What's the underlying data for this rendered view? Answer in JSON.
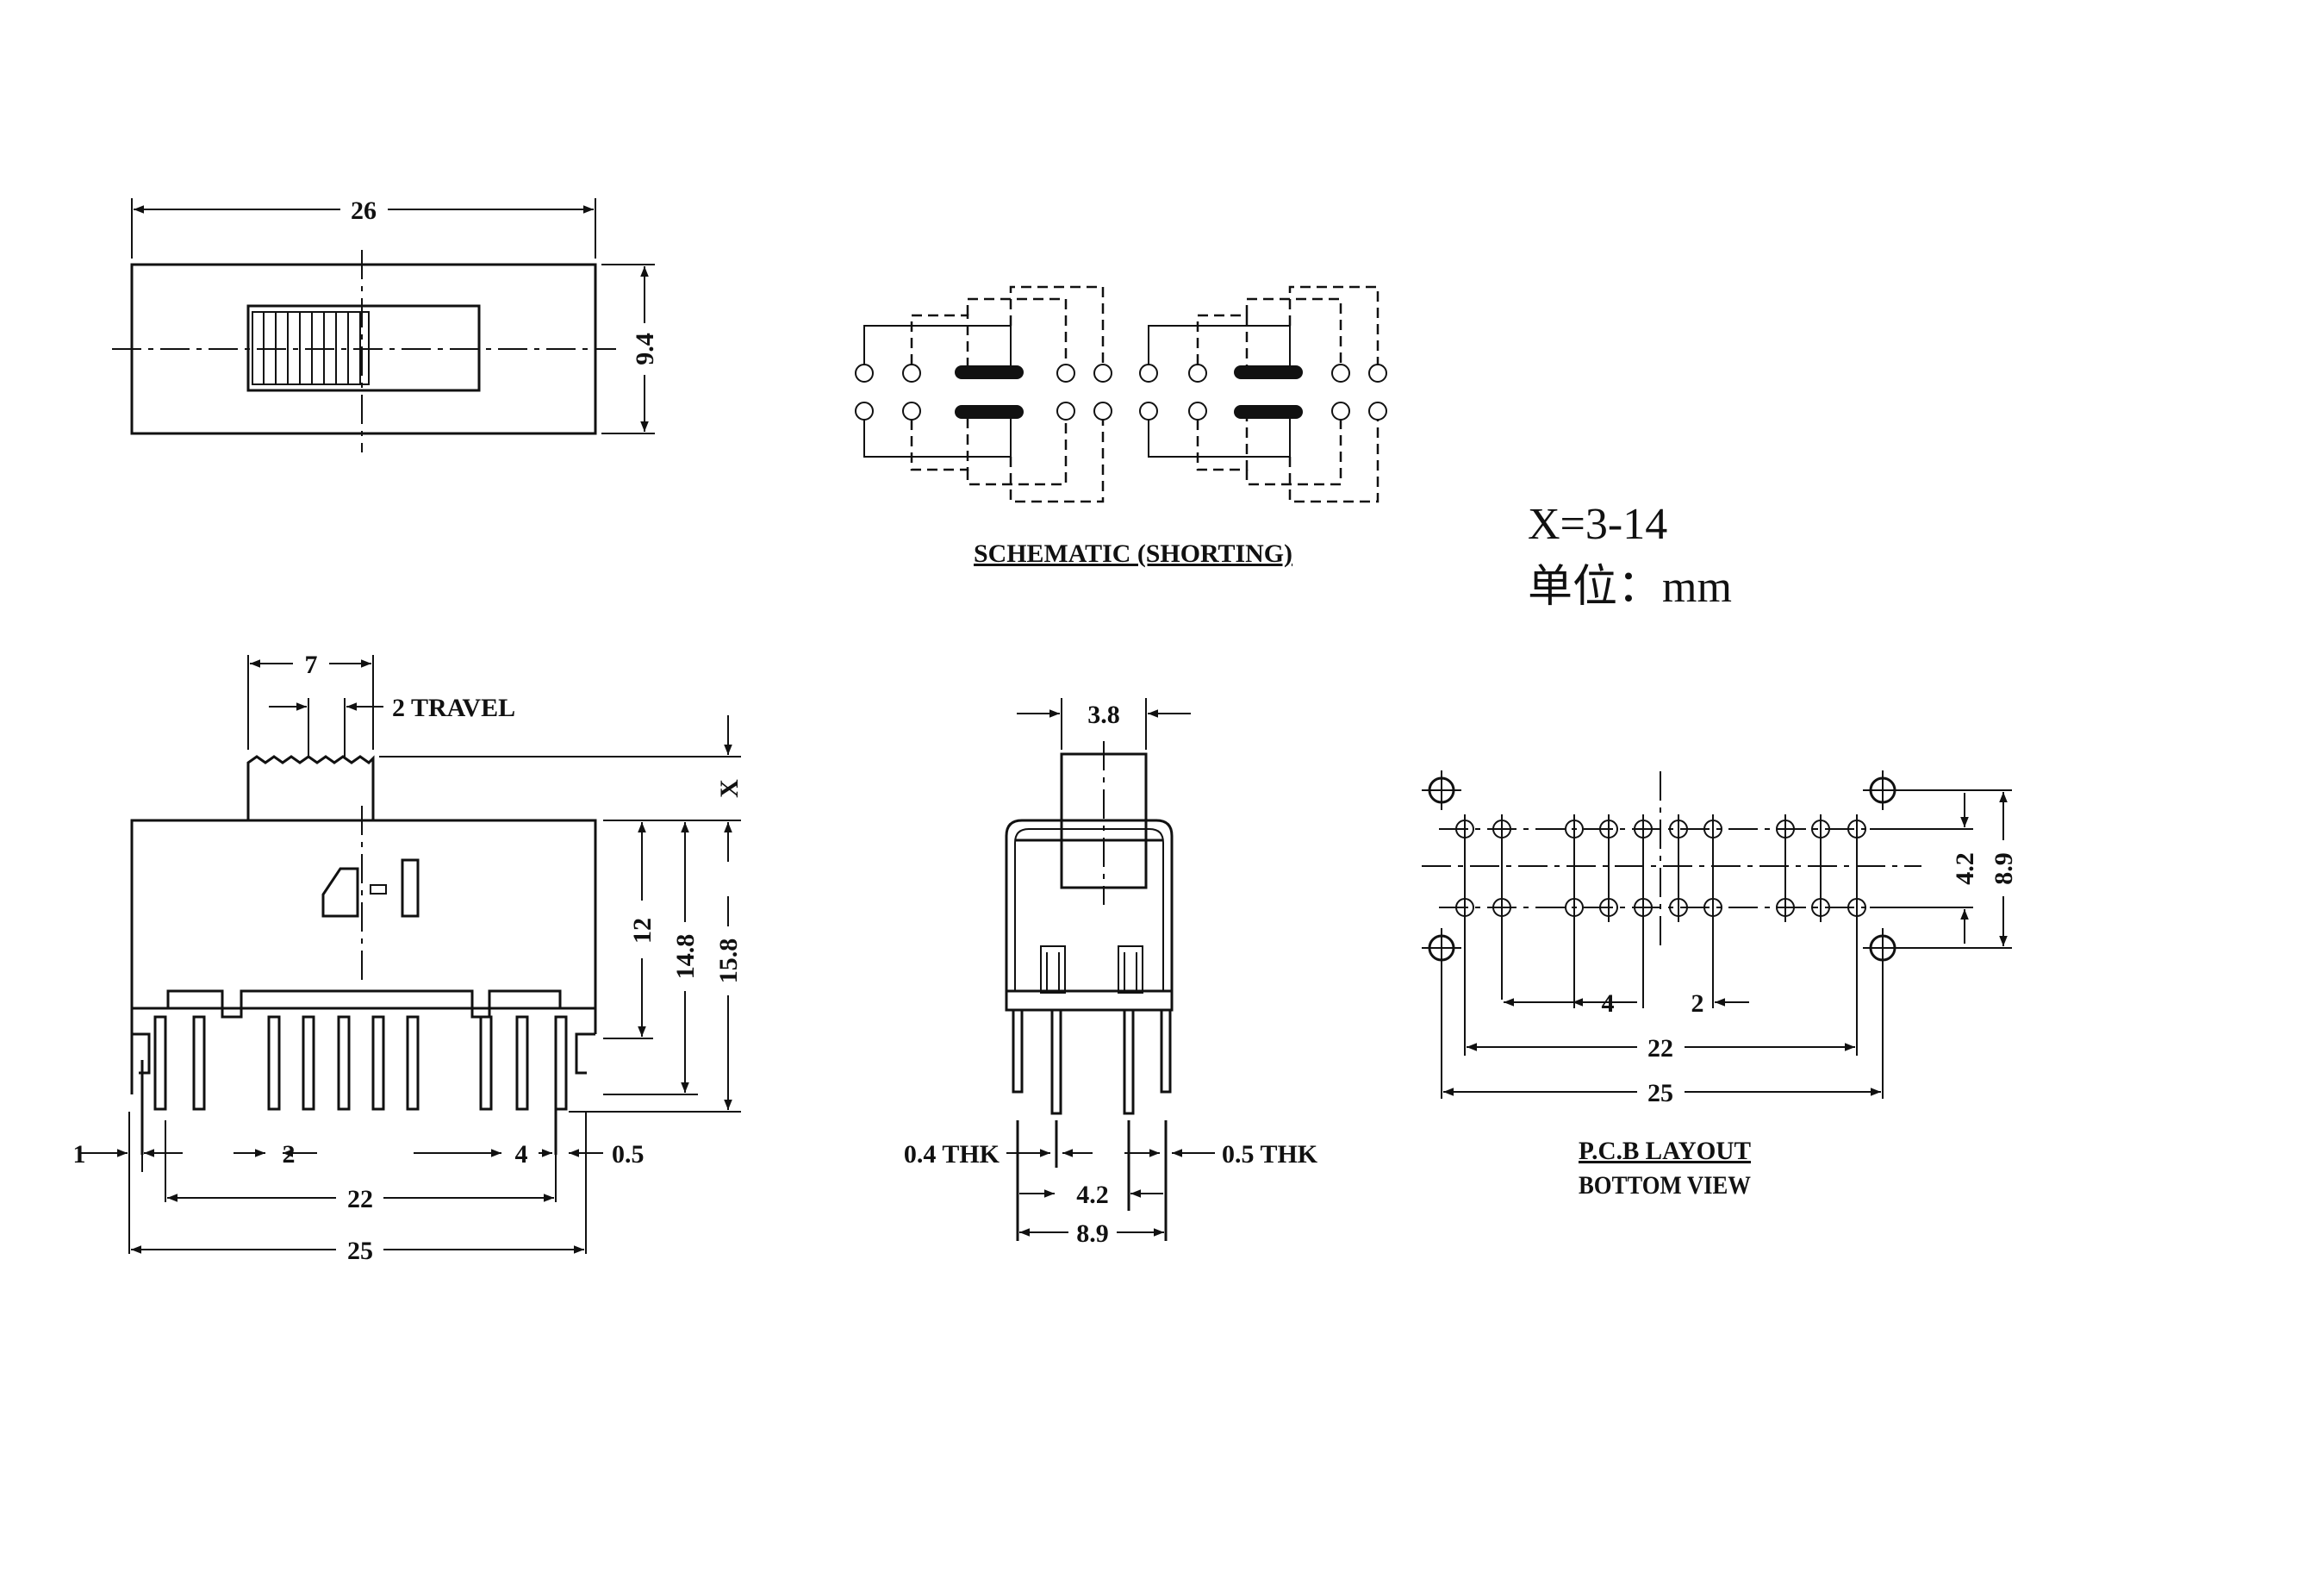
{
  "top_view": {
    "width_label": "26",
    "height_label": "9.4"
  },
  "schematic": {
    "caption": "SCHEMATIC (SHORTING)"
  },
  "notes": {
    "x_range": "X=3-14",
    "unit": "单位：mm"
  },
  "side_view": {
    "actuator_width": "7",
    "travel": "2 TRAVEL",
    "x_label": "X",
    "height_12": "12",
    "height_14_8": "14.8",
    "height_15_8": "15.8",
    "pin_offset": "1",
    "pitch_2": "2",
    "pitch_4": "4",
    "pin_thk": "0.5",
    "span_22": "22",
    "span_25": "25"
  },
  "end_view": {
    "actuator": "3.8",
    "left_thk": "0.4 THK",
    "right_thk": "0.5 THK",
    "row_pitch": "4.2",
    "overall": "8.9"
  },
  "pcb": {
    "row_pitch": "4.2",
    "overall": "8.9",
    "pitch_4": "4",
    "pitch_2": "2",
    "span_22": "22",
    "span_25": "25",
    "caption1": "P.C.B LAYOUT",
    "caption2": "BOTTOM VIEW"
  }
}
